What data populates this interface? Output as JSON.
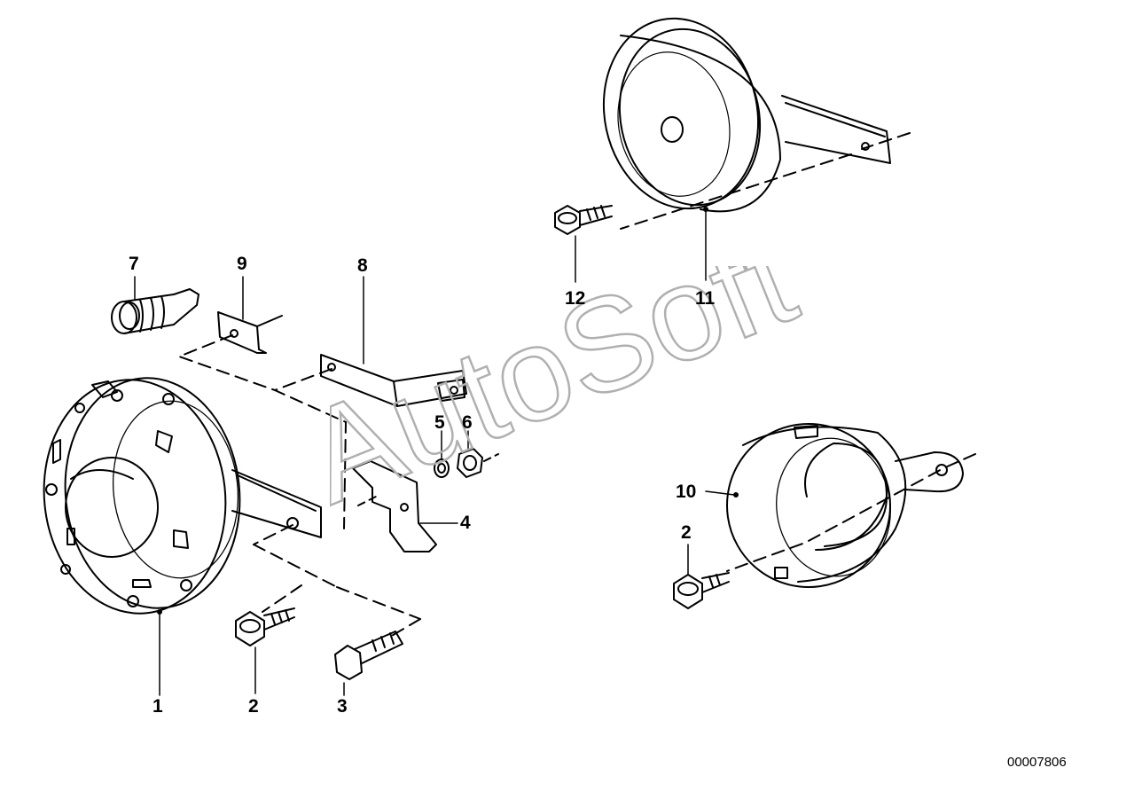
{
  "diagram": {
    "document_number": "00007806",
    "watermark_text": "AutoSoft",
    "callouts": {
      "c1": "1",
      "c2a": "2",
      "c2b": "2",
      "c3": "3",
      "c4": "4",
      "c5": "5",
      "c6": "6",
      "c7": "7",
      "c8": "8",
      "c9": "9",
      "c10": "10",
      "c11": "11",
      "c12": "12"
    }
  }
}
